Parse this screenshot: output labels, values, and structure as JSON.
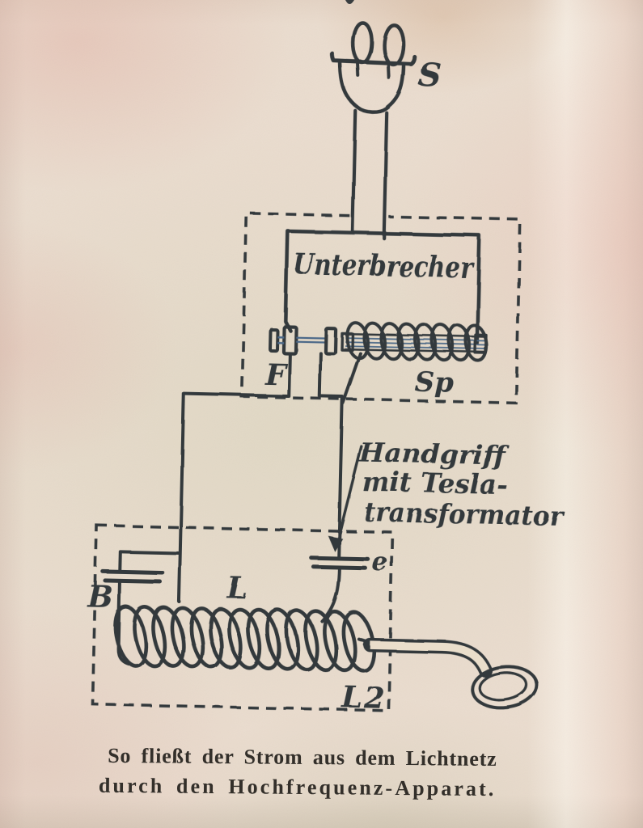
{
  "figure": {
    "labels": {
      "plug": "S",
      "interrupter": "Unterbrecher",
      "contact": "F",
      "spark_coil": "Sp",
      "handle_note_line1": "Handgriff",
      "handle_note_line2": "mit Tesla-",
      "handle_note_line3": "transformator",
      "capacitor_e": "e",
      "capacitor_b": "B",
      "coil_primary": "L",
      "coil_secondary": "L2"
    },
    "caption": {
      "line1": "So fließt der Strom aus dem Lichtnetz",
      "line2": "durch den Hochfrequenz-Apparat."
    },
    "colors": {
      "ink": "#272d32",
      "ink_blue": "#3f6183",
      "caption_ink": "#332f2a",
      "paper_line": "#eadecb",
      "paper": "#eadcce"
    }
  }
}
